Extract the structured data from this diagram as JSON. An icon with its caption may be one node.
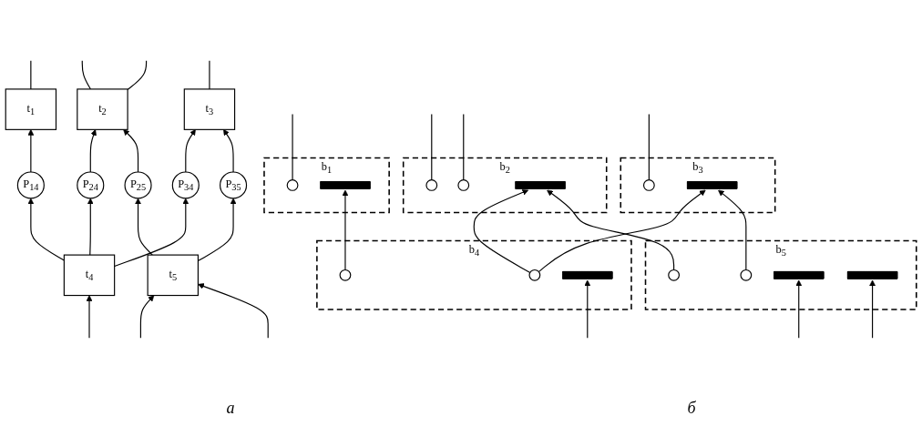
{
  "diagram": {
    "nodes": [
      {
        "text": [
          "b$_{1}$"
        ]
      },
      {
        "text": [],
        "shape": "circle",
        "in": 0
      },
      {
        "text": [],
        "shape": "bar",
        "in": 0
      },
      {
        "text": [
          "b$_{2}$"
        ]
      },
      {
        "text": [],
        "shape": "circle",
        "in": 3
      },
      {
        "text": [],
        "shape": "circle",
        "in": 3
      },
      {
        "text": [],
        "shape": "bar",
        "in": 3
      },
      {
        "text": [
          "b$_{3}$"
        ]
      },
      {
        "text": [],
        "shape": "circle",
        "in": 7
      },
      {
        "text": [],
        "shape": "bar",
        "in": 7
      },
      {
        "text": [
          "b$_{4}$"
        ]
      },
      {
        "text": [],
        "shape": "circle",
        "in": 10
      },
      {
        "text": [],
        "shape": "circle",
        "in": 10
      },
      {
        "text": [],
        "shape": "bar",
        "in": 10
      },
      {
        "text": [
          "b$_{5}$"
        ]
      },
      {
        "text": [],
        "shape": "circle",
        "in": 14
      },
      {
        "text": [],
        "shape": "circle",
        "in": 14
      },
      {
        "text": [],
        "shape": "bar",
        "in": 14
      },
      {
        "text": [],
        "shape": "bar",
        "in": 14
      },
      {
        "text": [
          "t$_{1}$"
        ]
      },
      {
        "text": [
          "t$_{2}$"
        ]
      },
      {
        "text": [
          "t$_{3}$"
        ]
      },
      {
        "text": [
          "P$_{14}$"
        ]
      },
      {
        "text": [
          "P$_{24}$"
        ]
      },
      {
        "text": [
          "P$_{25}$"
        ]
      },
      {
        "text": [
          "P$_{34}$"
        ]
      },
      {
        "text": [
          "P$_{35}$"
        ]
      },
      {
        "text": [
          "t$_{4}$"
        ]
      },
      {
        "text": [
          "t$_{5}$"
        ]
      }
    ],
    "edges": [
      {
        "from": 1,
        "to": null,
        "arrow": "none"
      },
      {
        "from": 4,
        "to": null,
        "arrow": "none"
      },
      {
        "from": 5,
        "to": null,
        "arrow": "none"
      },
      {
        "from": 8,
        "to": null,
        "arrow": "none"
      },
      {
        "from": 11,
        "to": 2,
        "arrow": "to"
      },
      {
        "from": 12,
        "to": 6,
        "arrow": "to"
      },
      {
        "from": 12,
        "to": 9,
        "arrow": "to"
      },
      {
        "from": 15,
        "to": 6,
        "arrow": "to"
      },
      {
        "from": 16,
        "to": 9,
        "arrow": "to"
      },
      {
        "from": null,
        "to": 13,
        "arrow": "to"
      },
      {
        "from": null,
        "to": 17,
        "arrow": "to"
      },
      {
        "from": null,
        "to": 18,
        "arrow": "to"
      },
      {
        "from": 22,
        "to": 19,
        "arrow": "to"
      },
      {
        "from": 23,
        "to": 20,
        "arrow": "to"
      },
      {
        "from": 24,
        "to": 20,
        "arrow": "to"
      },
      {
        "from": 25,
        "to": 21,
        "arrow": "to"
      },
      {
        "from": 26,
        "to": 21,
        "arrow": "to"
      },
      {
        "from": 19,
        "to": null,
        "arrow": "none"
      },
      {
        "from": 20,
        "to": null,
        "arrow": "none"
      },
      {
        "from": 20,
        "to": null,
        "arrow": "none"
      },
      {
        "from": 21,
        "to": null,
        "arrow": "none"
      },
      {
        "from": 27,
        "to": 22,
        "arrow": "to"
      },
      {
        "from": 27,
        "to": 23,
        "arrow": "to"
      },
      {
        "from": 27,
        "to": 25,
        "arrow": "to"
      },
      {
        "from": 28,
        "to": 24,
        "arrow": "to"
      },
      {
        "from": 28,
        "to": 26,
        "arrow": "to"
      },
      {
        "from": null,
        "to": 27,
        "arrow": "to"
      },
      {
        "from": null,
        "to": 28,
        "arrow": "to"
      },
      {
        "from": null,
        "to": 28,
        "arrow": "to"
      }
    ],
    "labels": [
      "а",
      "б"
    ]
  }
}
